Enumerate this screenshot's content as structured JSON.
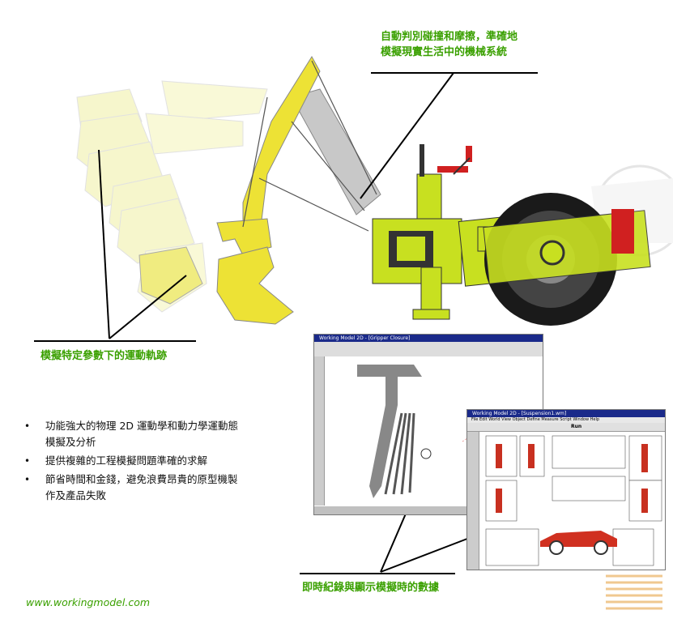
{
  "callouts": {
    "top_line1": "自動判別碰撞和摩擦，準確地",
    "top_line2": "模擬現實生活中的機械系統",
    "left": "模擬特定參數下的運動軌跡",
    "bottom": "即時紀錄與顯示模擬時的數據"
  },
  "bullets": [
    {
      "line1": "功能強大的物理 2D 運動學和動力學運動態",
      "line2": "模擬及分析"
    },
    {
      "line1": "提供複雜的工程模擬問題準確的求解",
      "line2": ""
    },
    {
      "line1": "節省時間和金錢，避免浪費昂貴的原型機製",
      "line2": "作及產品失敗"
    }
  ],
  "website": "www.workingmodel.com",
  "screenshot_back": {
    "title": "Working Model 2D - [Gripper Closure]"
  },
  "screenshot_front": {
    "title": "Working Model 2D - [Suspension1.wm]",
    "menu": "File  Edit  World  View  Object  Define  Measure  Script  Window  Help",
    "run_label": "Run"
  },
  "colors": {
    "callout_green": "#3aa000",
    "machine_yellow": "#e8e830",
    "machine_lime": "#c8e020"
  }
}
